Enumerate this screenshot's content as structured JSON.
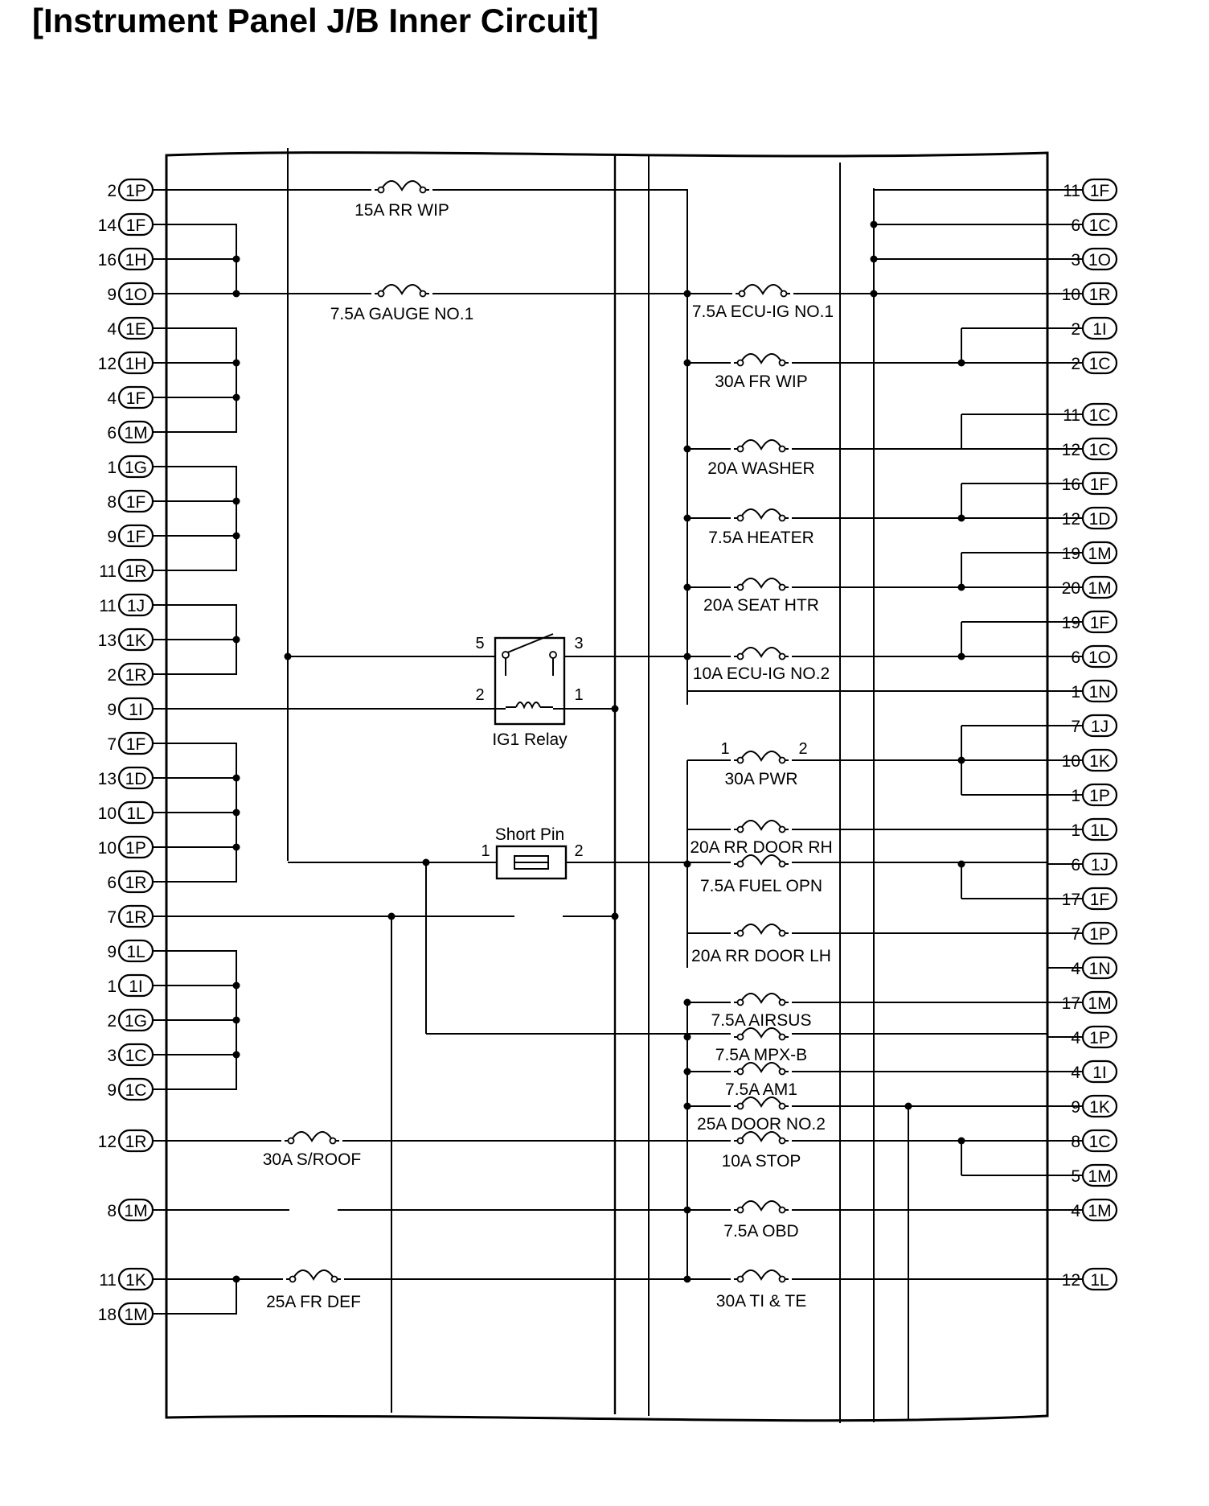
{
  "title": "[Instrument Panel J/B Inner Circuit]",
  "left_connectors": [
    {
      "pin": "2",
      "conn": "1P"
    },
    {
      "pin": "14",
      "conn": "1F"
    },
    {
      "pin": "16",
      "conn": "1H"
    },
    {
      "pin": "9",
      "conn": "1O"
    },
    {
      "pin": "4",
      "conn": "1E"
    },
    {
      "pin": "12",
      "conn": "1H"
    },
    {
      "pin": "4",
      "conn": "1F"
    },
    {
      "pin": "6",
      "conn": "1M"
    },
    {
      "pin": "1",
      "conn": "1G"
    },
    {
      "pin": "8",
      "conn": "1F"
    },
    {
      "pin": "9",
      "conn": "1F"
    },
    {
      "pin": "11",
      "conn": "1R"
    },
    {
      "pin": "11",
      "conn": "1J"
    },
    {
      "pin": "13",
      "conn": "1K"
    },
    {
      "pin": "2",
      "conn": "1R"
    },
    {
      "pin": "9",
      "conn": "1I"
    },
    {
      "pin": "7",
      "conn": "1F"
    },
    {
      "pin": "13",
      "conn": "1D"
    },
    {
      "pin": "10",
      "conn": "1L"
    },
    {
      "pin": "10",
      "conn": "1P"
    },
    {
      "pin": "6",
      "conn": "1R"
    },
    {
      "pin": "7",
      "conn": "1R"
    },
    {
      "pin": "9",
      "conn": "1L"
    },
    {
      "pin": "1",
      "conn": "1I"
    },
    {
      "pin": "2",
      "conn": "1G"
    },
    {
      "pin": "3",
      "conn": "1C"
    },
    {
      "pin": "9",
      "conn": "1C"
    },
    {
      "pin": "12",
      "conn": "1R"
    },
    {
      "pin": "8",
      "conn": "1M"
    },
    {
      "pin": "11",
      "conn": "1K"
    },
    {
      "pin": "18",
      "conn": "1M"
    }
  ],
  "right_connectors": [
    {
      "pin": "11",
      "conn": "1F"
    },
    {
      "pin": "6",
      "conn": "1C"
    },
    {
      "pin": "3",
      "conn": "1O"
    },
    {
      "pin": "10",
      "conn": "1R"
    },
    {
      "pin": "2",
      "conn": "1I"
    },
    {
      "pin": "2",
      "conn": "1C"
    },
    {
      "pin": "11",
      "conn": "1C"
    },
    {
      "pin": "12",
      "conn": "1C"
    },
    {
      "pin": "16",
      "conn": "1F"
    },
    {
      "pin": "12",
      "conn": "1D"
    },
    {
      "pin": "19",
      "conn": "1M"
    },
    {
      "pin": "20",
      "conn": "1M"
    },
    {
      "pin": "19",
      "conn": "1F"
    },
    {
      "pin": "6",
      "conn": "1O"
    },
    {
      "pin": "1",
      "conn": "1N"
    },
    {
      "pin": "7",
      "conn": "1J"
    },
    {
      "pin": "10",
      "conn": "1K"
    },
    {
      "pin": "1",
      "conn": "1P"
    },
    {
      "pin": "1",
      "conn": "1L"
    },
    {
      "pin": "6",
      "conn": "1J"
    },
    {
      "pin": "17",
      "conn": "1F"
    },
    {
      "pin": "7",
      "conn": "1P"
    },
    {
      "pin": "4",
      "conn": "1N"
    },
    {
      "pin": "17",
      "conn": "1M"
    },
    {
      "pin": "4",
      "conn": "1P"
    },
    {
      "pin": "4",
      "conn": "1I"
    },
    {
      "pin": "9",
      "conn": "1K"
    },
    {
      "pin": "8",
      "conn": "1C"
    },
    {
      "pin": "5",
      "conn": "1M"
    },
    {
      "pin": "4",
      "conn": "1M"
    },
    {
      "pin": "12",
      "conn": "1L"
    }
  ],
  "fuses": [
    {
      "label": "15A RR WIP"
    },
    {
      "label": "7.5A GAUGE NO.1"
    },
    {
      "label": "7.5A ECU-IG NO.1"
    },
    {
      "label": "30A FR WIP"
    },
    {
      "label": "20A WASHER"
    },
    {
      "label": "7.5A HEATER"
    },
    {
      "label": "20A SEAT HTR"
    },
    {
      "label": "10A ECU-IG NO.2"
    },
    {
      "label": "30A PWR"
    },
    {
      "label": "20A RR DOOR RH"
    },
    {
      "label": "7.5A FUEL OPN"
    },
    {
      "label": "20A RR DOOR LH"
    },
    {
      "label": "7.5A AIRSUS"
    },
    {
      "label": "7.5A MPX-B"
    },
    {
      "label": "7.5A AM1"
    },
    {
      "label": "25A DOOR NO.2"
    },
    {
      "label": "10A STOP"
    },
    {
      "label": "7.5A OBD"
    },
    {
      "label": "30A TI & TE"
    },
    {
      "label": "30A S/ROOF"
    },
    {
      "label": "25A FR DEF"
    }
  ],
  "relay": {
    "label": "IG1 Relay",
    "pins": [
      "5",
      "3",
      "2",
      "1"
    ]
  },
  "short_pin": {
    "label": "Short Pin",
    "pins": [
      "1",
      "2"
    ]
  },
  "pwr_pins": [
    "1",
    "2"
  ]
}
